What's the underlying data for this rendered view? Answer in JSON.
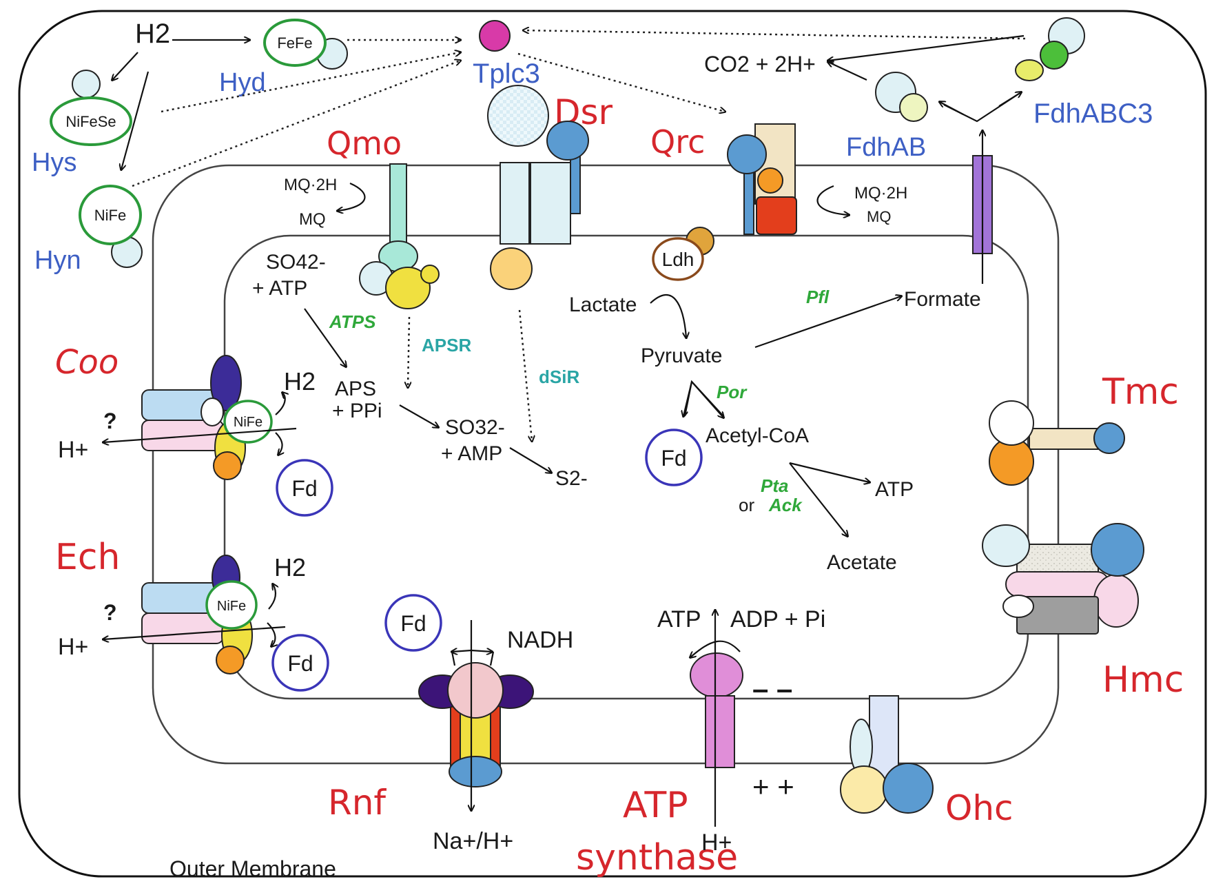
{
  "colors": {
    "complex_label": "#d6262c",
    "hydrogenase_label": "#3d5fc4",
    "enzyme_label": "#2fa83a",
    "reductase_label": "#2aa5a5",
    "ferredoxin_ring": "#3a35b8",
    "hydrogenase_ring": "#2a9a3a"
  },
  "periplasm": {
    "h2": "H2",
    "fefe": "FeFe",
    "hyd": "Hyd",
    "nifese": "NiFeSe",
    "hys": "Hys",
    "nife": "NiFe",
    "hyn": "Hyn",
    "tplc3": "Tplc3",
    "co2_2h": "CO2 + 2H+",
    "fdhabc3": "FdhABC3",
    "fdhab": "FdhAB"
  },
  "complexes": {
    "qmo": "Qmo",
    "dsr": "Dsr",
    "qrc": "Qrc",
    "coo": "Coo",
    "ech": "Ech",
    "tmc": "Tmc",
    "hmc": "Hmc",
    "rnf": "Rnf",
    "atp_synthase": "ATP synthase",
    "ohc": "Ohc"
  },
  "membrane": {
    "mq2h_left": "MQ·2H",
    "mq_left": "MQ",
    "mq2h_right": "MQ·2H",
    "mq_right": "MQ",
    "outer_membrane": "Outer Membrane",
    "minus": "– –",
    "plus": "+ +"
  },
  "cytoplasm": {
    "so4_atp": [
      "SO42-",
      "+ ATP"
    ],
    "atps": "ATPS",
    "aps_ppi": [
      "APS",
      "+ PPi"
    ],
    "apsr": "APSR",
    "so3_amp": [
      "SO32-",
      "+ AMP"
    ],
    "dsir": "dSiR",
    "s2": "S2-",
    "ldh": "Ldh",
    "lactate": "Lactate",
    "pyruvate": "Pyruvate",
    "pfl": "Pfl",
    "formate": "Formate",
    "por": "Por",
    "acetyl_coa": "Acetyl-CoA",
    "fd": "Fd",
    "pta": "Pta",
    "or": "or",
    "ack": "Ack",
    "atp": "ATP",
    "acetate": "Acetate",
    "nadh": "NADH",
    "atp_out": "ATP",
    "adp_pi": "ADP + Pi"
  },
  "transport": {
    "h2_coo": "H2",
    "hplus_coo": "H+",
    "q_coo": "?",
    "nife_coo": "NiFe",
    "h2_ech": "H2",
    "hplus_ech": "H+",
    "q_ech": "?",
    "nife_ech": "NiFe",
    "na_h": "Na+/H+",
    "hplus_atp": "H+"
  }
}
